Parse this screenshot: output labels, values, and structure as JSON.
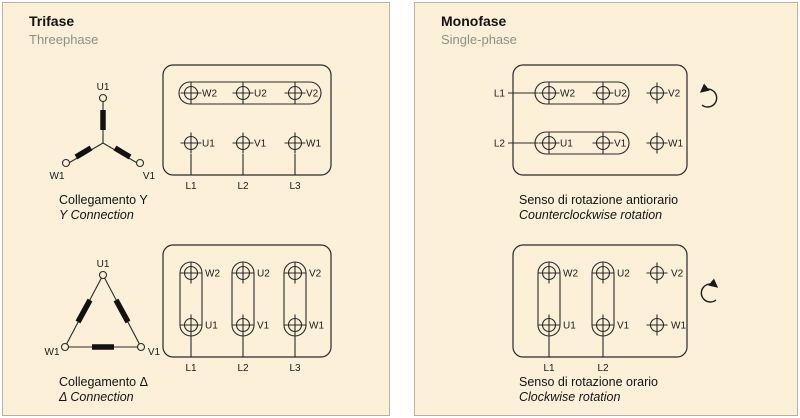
{
  "colors": {
    "panel_bg": "#fcf0d9",
    "panel_border": "#b7b1a0",
    "line": "#2a2a2a",
    "title": "#131313",
    "subtitle": "#8f8f86"
  },
  "left": {
    "title": "Trifase",
    "subtitle": "Threephase",
    "y_section": {
      "caption_it": "Collegamento Y",
      "caption_en": "Y Connection",
      "node_top": "U1",
      "node_left": "W1",
      "node_right": "V1",
      "box": {
        "top_terminals": [
          "W2",
          "U2",
          "V2"
        ],
        "bottom_terminals": [
          "U1",
          "V1",
          "W1"
        ],
        "line_labels": [
          "L1",
          "L2",
          "L3"
        ]
      }
    },
    "delta_section": {
      "caption_it": "Collegamento Δ",
      "caption_en": "Δ Connection",
      "node_top": "U1",
      "node_left": "W1",
      "node_right": "V1",
      "box": {
        "top_terminals": [
          "W2",
          "U2",
          "V2"
        ],
        "bottom_terminals": [
          "U1",
          "V1",
          "W1"
        ],
        "line_labels": [
          "L1",
          "L2",
          "L3"
        ]
      }
    }
  },
  "right": {
    "title": "Monofase",
    "subtitle": "Single-phase",
    "ccw_section": {
      "caption_it": "Senso di rotazione antiorario",
      "caption_en": "Counterclockwise rotation",
      "supply_lines": [
        "L1",
        "L2"
      ],
      "icon": "counterclockwise-arrow",
      "box": {
        "top_terminals": [
          "W2",
          "U2",
          "V2"
        ],
        "bottom_terminals": [
          "U1",
          "V1",
          "W1"
        ]
      }
    },
    "cw_section": {
      "caption_it": "Senso di rotazione orario",
      "caption_en": "Clockwise rotation",
      "line_labels": [
        "L1",
        "L2"
      ],
      "icon": "clockwise-arrow",
      "box": {
        "top_terminals": [
          "W2",
          "U2",
          "V2"
        ],
        "bottom_terminals": [
          "U1",
          "V1",
          "W1"
        ]
      }
    }
  }
}
